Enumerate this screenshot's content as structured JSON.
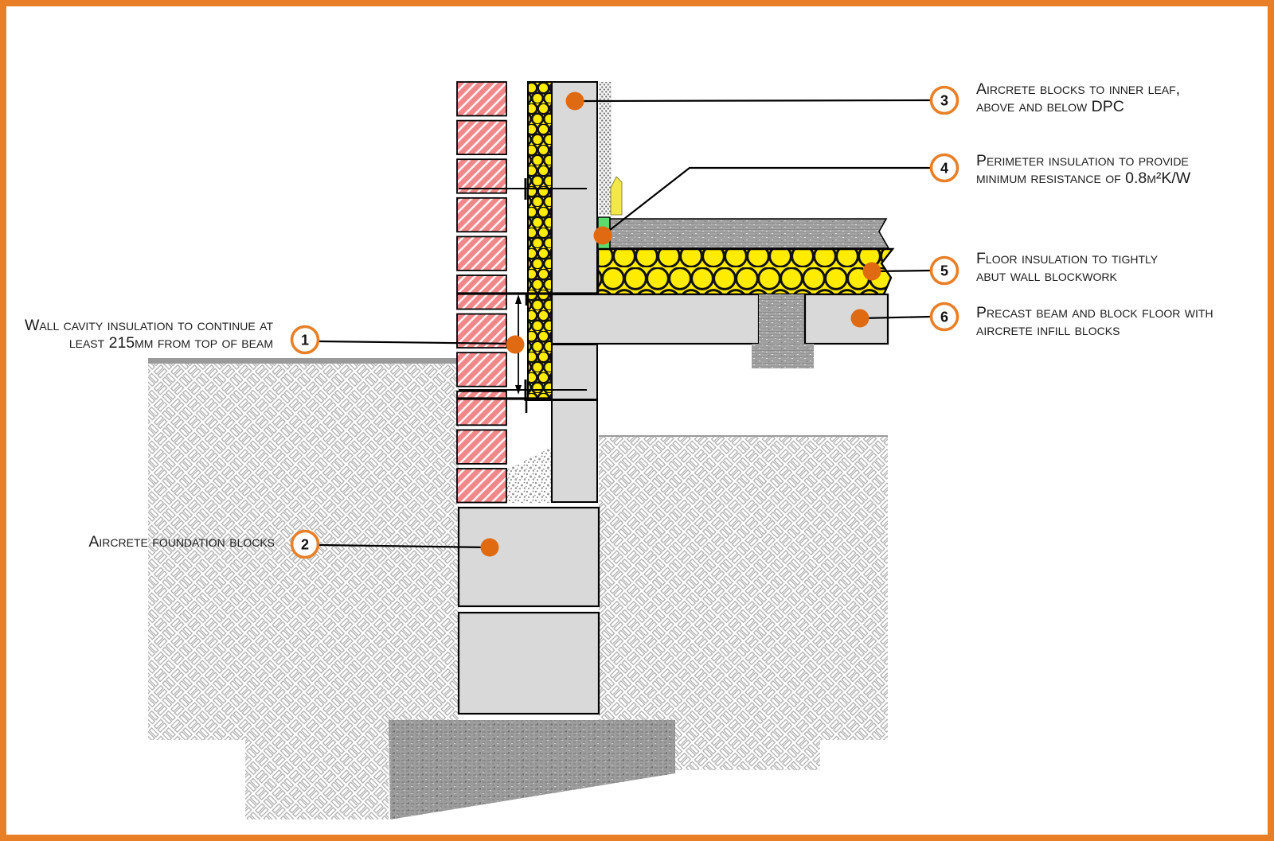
{
  "figure": {
    "type": "construction-detail-diagram",
    "subject": "Suspended beam and block ground floor at external cavity wall junction",
    "border_color": "#e87e26",
    "background": "#ffffff"
  },
  "callouts": [
    {
      "number": "1",
      "text_line1": "Wall cavity insulation to continue at",
      "text_line2": "least 215mm from top of beam"
    },
    {
      "number": "2",
      "text_line1": "Aircrete foundation blocks",
      "text_line2": ""
    },
    {
      "number": "3",
      "text_line1": "Aircrete blocks to inner leaf,",
      "text_line2": "above and below DPC"
    },
    {
      "number": "4",
      "text_line1": "Perimeter insulation to provide",
      "text_line2": "minimum resistance of 0.8m²K/W"
    },
    {
      "number": "5",
      "text_line1": "Floor insulation to tightly",
      "text_line2": "abut wall blockwork"
    },
    {
      "number": "6",
      "text_line1": "Precast beam and block floor with",
      "text_line2": "aircrete infill blocks"
    }
  ],
  "colors": {
    "accent_orange": "#e87e26",
    "marker_dot_orange": "#e06a12",
    "brick_red": "#f08789",
    "insulation_yellow": "#ffec00",
    "block_grey": "#d9d9d9",
    "perimeter_insulation_green": "#5cdb6e",
    "skirting_yellow": "#f2e84b",
    "line_black": "#000000"
  }
}
